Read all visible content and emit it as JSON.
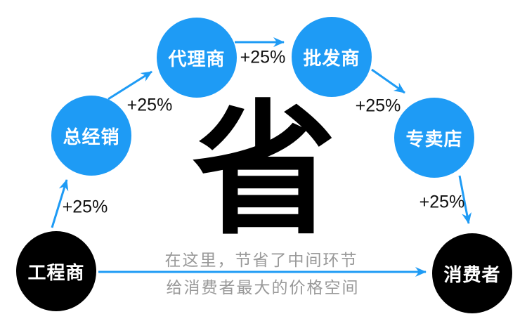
{
  "diagram": {
    "center_character": "省",
    "nodes": [
      {
        "label": "工程商",
        "color": "black"
      },
      {
        "label": "总经销",
        "color": "blue"
      },
      {
        "label": "代理商",
        "color": "blue"
      },
      {
        "label": "批发商",
        "color": "blue"
      },
      {
        "label": "专卖店",
        "color": "blue"
      },
      {
        "label": "消费者",
        "color": "black"
      }
    ],
    "increments": [
      {
        "text": "+25%"
      },
      {
        "text": "+25%"
      },
      {
        "text": "+25%"
      },
      {
        "text": "+25%"
      },
      {
        "text": "+25%"
      }
    ],
    "caption": {
      "line1": "在这里，节省了中间环节",
      "line2": "给消费者最大的价格空间"
    },
    "colors": {
      "node_blue": "#1E9BF5",
      "node_black": "#000000",
      "arrow_blue": "#1E9BF5",
      "caption_gray": "#999999",
      "increment_text": "#111111"
    }
  }
}
